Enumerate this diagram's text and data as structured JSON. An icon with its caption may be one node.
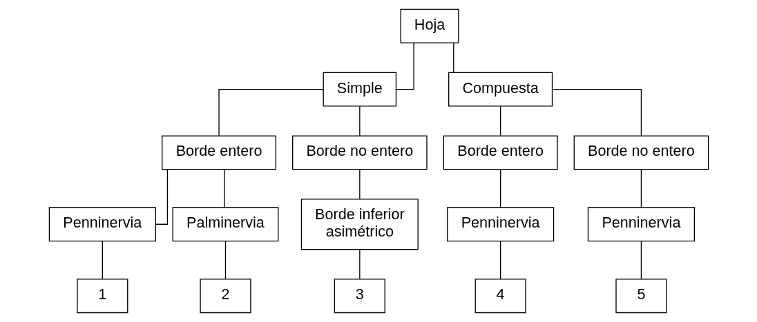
{
  "diagram": {
    "nodes": [
      {
        "text": [
          "Hoja"
        ]
      },
      {
        "text": [
          "Simple"
        ]
      },
      {
        "text": [
          "Compuesta"
        ]
      },
      {
        "text": [
          "Borde entero"
        ]
      },
      {
        "text": [
          "Borde no entero"
        ]
      },
      {
        "text": [
          "Borde entero"
        ]
      },
      {
        "text": [
          "Borde no entero"
        ]
      },
      {
        "text": [
          "Penninervia"
        ]
      },
      {
        "text": [
          "Palminervia"
        ]
      },
      {
        "text": [
          "Borde inferior asimétrico"
        ]
      },
      {
        "text": [
          "Penninervia"
        ]
      },
      {
        "text": [
          "Penninervia"
        ]
      },
      {
        "text": [
          "1"
        ]
      },
      {
        "text": [
          "2"
        ]
      },
      {
        "text": [
          "3"
        ]
      },
      {
        "text": [
          "4"
        ]
      },
      {
        "text": [
          "5"
        ]
      }
    ],
    "edges": [
      {
        "from": 0,
        "to": 1,
        "arrow": "none"
      },
      {
        "from": 0,
        "to": 2,
        "arrow": "none"
      },
      {
        "from": 1,
        "to": 3,
        "arrow": "none"
      },
      {
        "from": 1,
        "to": 4,
        "arrow": "none"
      },
      {
        "from": 2,
        "to": 5,
        "arrow": "none"
      },
      {
        "from": 2,
        "to": 6,
        "arrow": "none"
      },
      {
        "from": 3,
        "to": 7,
        "arrow": "none"
      },
      {
        "from": 3,
        "to": 8,
        "arrow": "none"
      },
      {
        "from": 4,
        "to": 9,
        "arrow": "none"
      },
      {
        "from": 5,
        "to": 10,
        "arrow": "none"
      },
      {
        "from": 6,
        "to": 11,
        "arrow": "none"
      },
      {
        "from": 7,
        "to": 12,
        "arrow": "none"
      },
      {
        "from": 8,
        "to": 13,
        "arrow": "none"
      },
      {
        "from": 9,
        "to": 14,
        "arrow": "none"
      },
      {
        "from": 10,
        "to": 15,
        "arrow": "none"
      },
      {
        "from": 11,
        "to": 16,
        "arrow": "none"
      }
    ]
  }
}
